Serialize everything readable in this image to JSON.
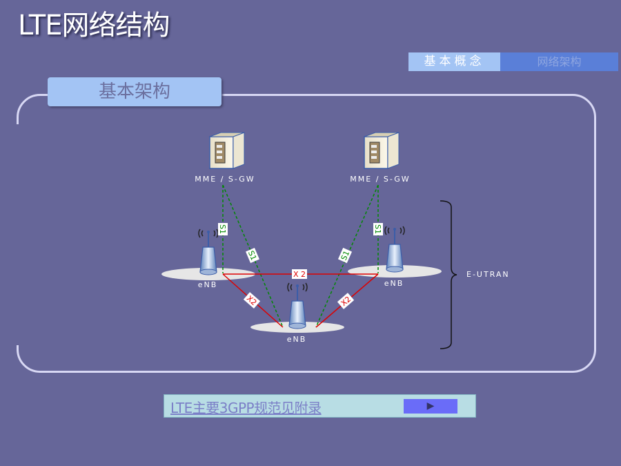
{
  "title": "LTE网络结构",
  "tabs": [
    {
      "label": "基本概念",
      "active": true
    },
    {
      "label": "网络架构",
      "active": false
    }
  ],
  "section_title": "基本架构",
  "nodes": {
    "mme_left": "MME / S-GW",
    "mme_right": "MME / S-GW",
    "enb_left": "eNB",
    "enb_right": "eNB",
    "enb_bottom": "eNB"
  },
  "interfaces": {
    "s1_a": "S1",
    "s1_b": "S1",
    "s1_c": "S1",
    "s1_d": "S1",
    "x2_top": "X 2",
    "x2_left": "X2",
    "x2_right": "X2"
  },
  "eutran_label": "E-UTRAN",
  "link_bar": {
    "text": "LTE主要3GPP规范见附录",
    "button_icon": "▶"
  },
  "colors": {
    "background": "#666699",
    "s1_line": "#008800",
    "x2_line": "#dd0000",
    "tab_active": "#a3c4f4",
    "tab_inactive": "#5a7fd8"
  }
}
